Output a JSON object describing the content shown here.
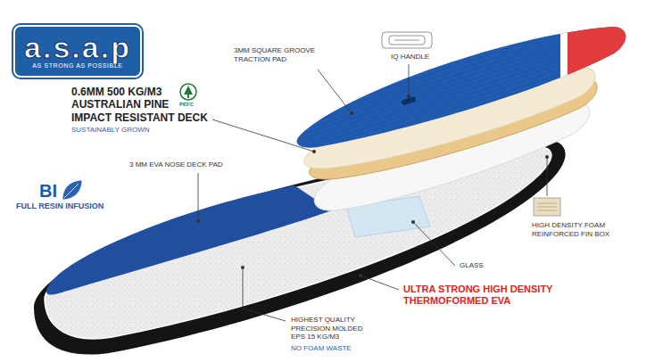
{
  "diagram": {
    "nodes": [
      {
        "text": [
          "a.s.a.p",
          "AS STRONG AS POSSIBLE"
        ]
      }
    ],
    "labels": [
      "3MM SQUARE GROOVE TRACTION PAD",
      "IQ HANDLE",
      "0.6MM 500 KG/M3 AUSTRALIAN PINE IMPACT RESISTANT DECK",
      "PEFC",
      "SUSTAINABLY GROWN",
      "3 MM EVA NOSE DECK PAD",
      "BI",
      "FULL RESIN INFUSION",
      "HIGH DENSITY FOAM REINFORCED FIN BOX",
      "GLASS",
      "ULTRA STRONG HIGH DENSITY THERMOFORMED EVA",
      "HIGHEST QUALITY PRECISION MOLDED EPS 15 KG/M3",
      "NO FOAM WASTE"
    ]
  }
}
